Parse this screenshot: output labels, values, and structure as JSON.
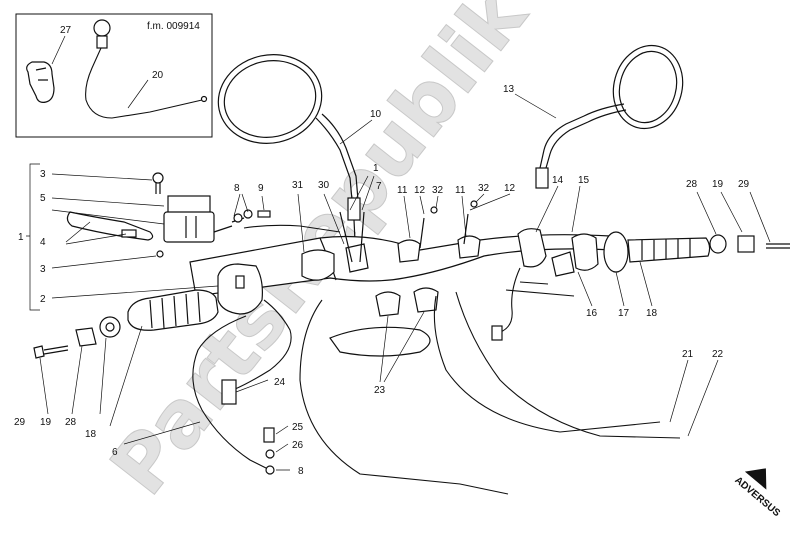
{
  "inset": {
    "code": "f.m. 009914"
  },
  "watermark": {
    "text": "PartsRepublik"
  },
  "direction_mark": {
    "text": "ADVERSUS"
  },
  "callouts": [
    {
      "id": "c27",
      "text": "27"
    },
    {
      "id": "c20",
      "text": "20"
    },
    {
      "id": "c10",
      "text": "10"
    },
    {
      "id": "c13",
      "text": "13"
    },
    {
      "id": "c3a",
      "text": "3"
    },
    {
      "id": "c5",
      "text": "5"
    },
    {
      "id": "c8a",
      "text": "8"
    },
    {
      "id": "c9",
      "text": "9"
    },
    {
      "id": "c1a",
      "text": "1"
    },
    {
      "id": "c4",
      "text": "4"
    },
    {
      "id": "c3b",
      "text": "3"
    },
    {
      "id": "c2",
      "text": "2"
    },
    {
      "id": "c31",
      "text": "31"
    },
    {
      "id": "c30",
      "text": "30"
    },
    {
      "id": "c1b",
      "text": "1"
    },
    {
      "id": "c7",
      "text": "7"
    },
    {
      "id": "c11a",
      "text": "11"
    },
    {
      "id": "c12a",
      "text": "12"
    },
    {
      "id": "c32a",
      "text": "32"
    },
    {
      "id": "c11b",
      "text": "11"
    },
    {
      "id": "c32b",
      "text": "32"
    },
    {
      "id": "c12b",
      "text": "12"
    },
    {
      "id": "c14",
      "text": "14"
    },
    {
      "id": "c15",
      "text": "15"
    },
    {
      "id": "c28a",
      "text": "28"
    },
    {
      "id": "c19a",
      "text": "19"
    },
    {
      "id": "c29a",
      "text": "29"
    },
    {
      "id": "c16",
      "text": "16"
    },
    {
      "id": "c17",
      "text": "17"
    },
    {
      "id": "c18a",
      "text": "18"
    },
    {
      "id": "c29b",
      "text": "29"
    },
    {
      "id": "c19b",
      "text": "19"
    },
    {
      "id": "c28b",
      "text": "28"
    },
    {
      "id": "c18b",
      "text": "18"
    },
    {
      "id": "c24",
      "text": "24"
    },
    {
      "id": "c23",
      "text": "23"
    },
    {
      "id": "c6",
      "text": "6"
    },
    {
      "id": "c25",
      "text": "25"
    },
    {
      "id": "c26",
      "text": "26"
    },
    {
      "id": "c8b",
      "text": "8"
    },
    {
      "id": "c21",
      "text": "21"
    },
    {
      "id": "c22",
      "text": "22"
    }
  ]
}
